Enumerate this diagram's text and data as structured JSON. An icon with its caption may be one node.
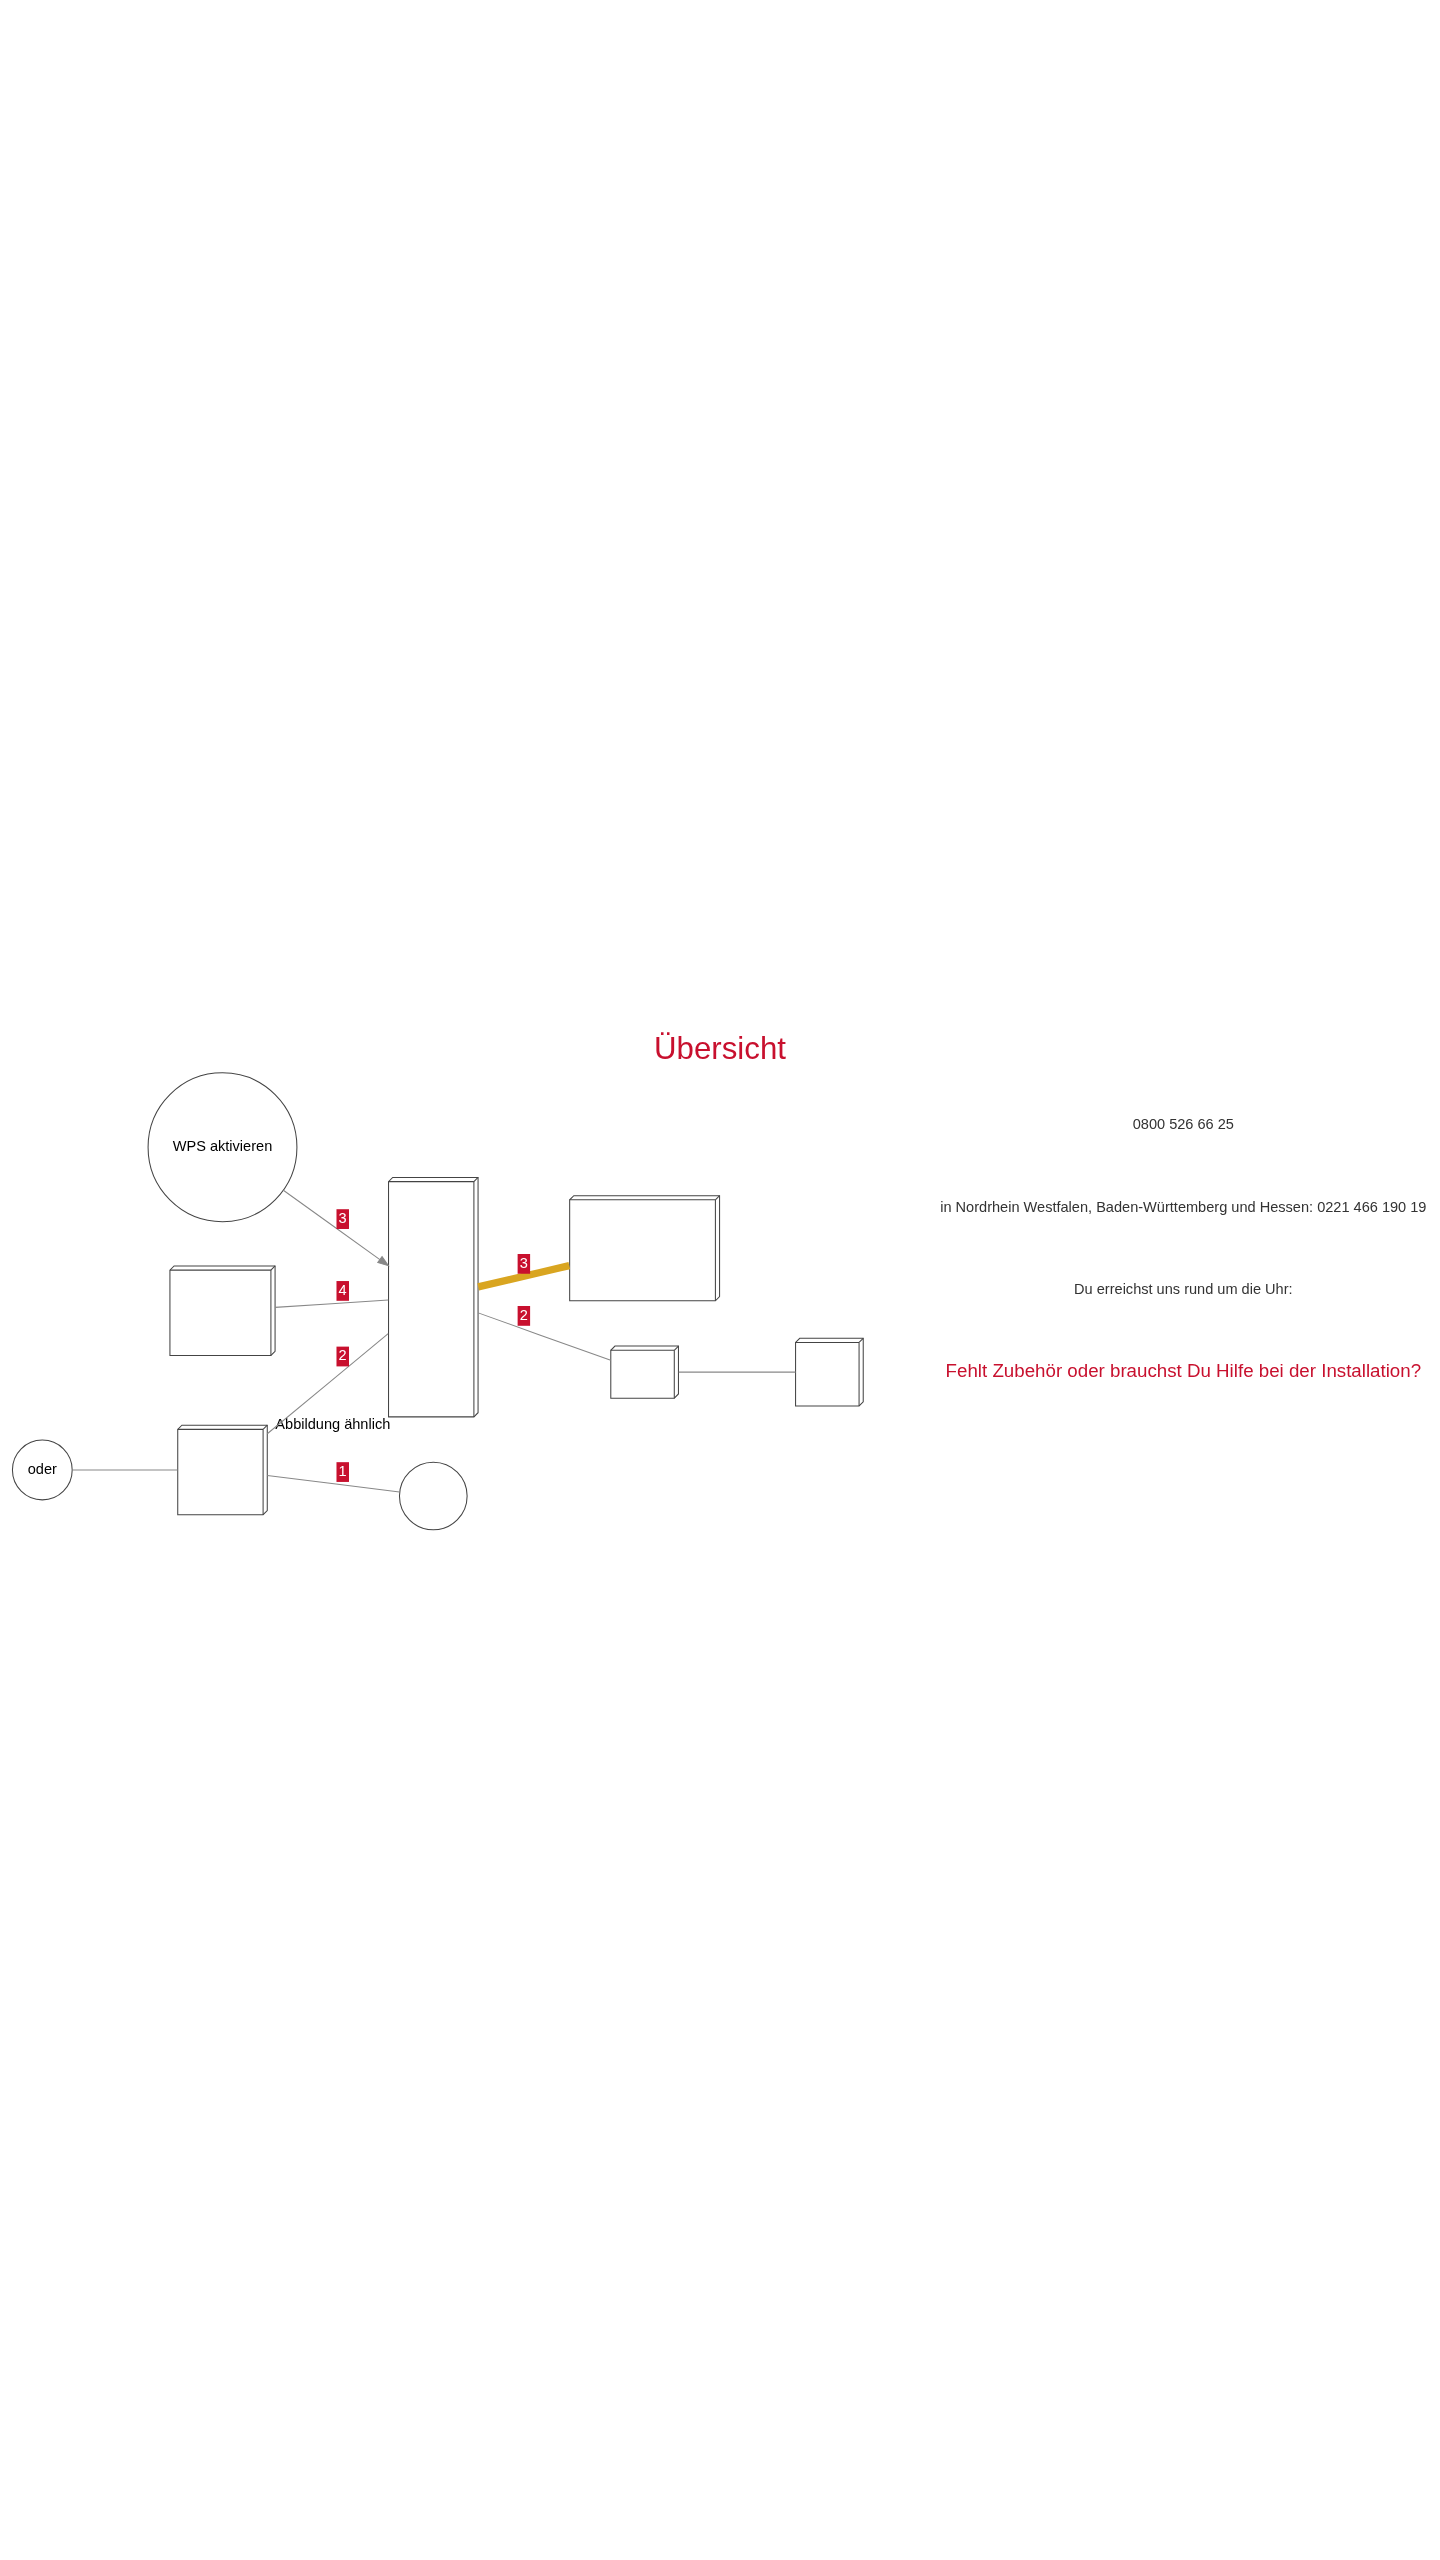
{
  "diagram": {
    "title": "Übersicht",
    "nodes": [
      {
        "text": [],
        "shape": "picture"
      },
      {
        "text": [],
        "shape": "picture"
      },
      {
        "text": [],
        "shape": "circle"
      },
      {
        "text": [
          "oder"
        ]
      },
      {
        "text": [
          "WPS aktivieren"
        ]
      },
      {
        "text": [],
        "shape": "picture",
        "beside": [
          "Abbildung ähnlich"
        ]
      },
      {
        "text": [],
        "shape": "picture"
      },
      {
        "text": [],
        "shape": "picture"
      },
      {
        "text": [],
        "shape": "picture"
      }
    ],
    "edges": [
      {
        "from": 1,
        "to": 2,
        "arrow": "none",
        "label": "1"
      },
      {
        "from": 3,
        "to": 1,
        "arrow": "none"
      },
      {
        "from": 1,
        "to": 5,
        "arrow": "none",
        "label": "2"
      },
      {
        "from": 0,
        "to": 5,
        "arrow": "none",
        "label": "4"
      },
      {
        "from": 4,
        "to": 5,
        "arrow": "to",
        "label": "3"
      },
      {
        "from": 5,
        "to": 6,
        "arrow": "none",
        "label": "3",
        "color": "#d9a520",
        "style": "thick"
      },
      {
        "from": 5,
        "to": 7,
        "arrow": "none",
        "label": "2"
      },
      {
        "from": 7,
        "to": 8,
        "arrow": "none"
      }
    ],
    "labels": [
      "Fehlt Zubehör oder brauchst Du Hilfe bei der Installation?",
      "Du erreichst uns rund um die Uhr:",
      "in Nordrhein Westfalen, Baden-Württemberg und Hessen: 0221 466 190 19",
      "0800 526 66 25"
    ]
  }
}
